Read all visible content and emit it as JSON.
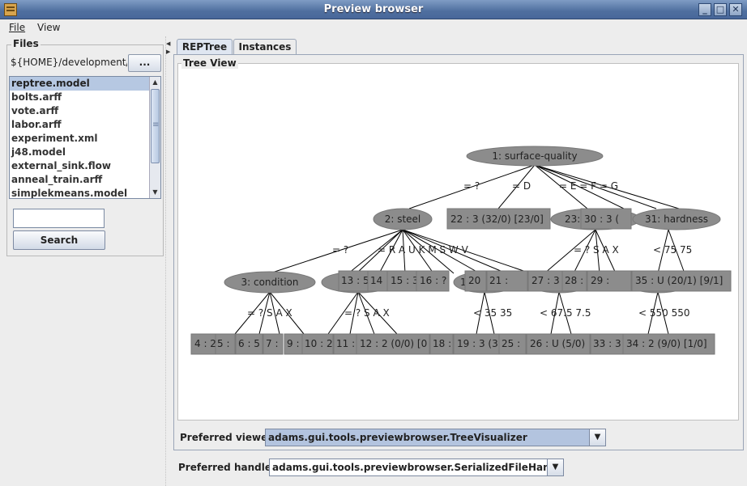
{
  "window": {
    "title": "Preview browser"
  },
  "menu": [
    "File",
    "View"
  ],
  "files": {
    "group_label": "Files",
    "path": "${HOME}/development/p",
    "browse_label": "...",
    "items": [
      "reptree.model",
      "bolts.arff",
      "vote.arff",
      "labor.arff",
      "experiment.xml",
      "j48.model",
      "external_sink.flow",
      "anneal_train.arff",
      "simplekmeans.model"
    ],
    "selected": "reptree.model",
    "search_value": "",
    "search_label": "Search"
  },
  "tabs": [
    "REPTree",
    "Instances"
  ],
  "tree_view": {
    "label": "Tree View",
    "root": "1: surface-quality",
    "node_steel": "2: steel",
    "node_condition": "3: condition",
    "node_hardness": "31: hardness",
    "node_23": "23:",
    "leaf_22": "22 : 3 (32/0) [23/0]",
    "leaf_30": "30 : 3 (",
    "edges_root": [
      "= ?",
      "= D",
      "= E = F = G"
    ],
    "edges_steel": [
      "= ?",
      "= R A U K M S W V"
    ],
    "edge_23": "= ? S A X",
    "edge_hardness": "< 75 75",
    "edge_cond": "= ? S A X",
    "edge_bar": "= ? S A X",
    "edge_20": "< 35 35",
    "edge_27": "< 67.5 7.5",
    "edge_35": "< 550 550",
    "leaves_row1": [
      "13 : 5",
      "14",
      "15 : 3",
      "16 : ?",
      "1",
      "20",
      "21 : ",
      "27 : 3",
      "28 :",
      "29 : ",
      "35 : U (20/1) [9/1]"
    ],
    "leaves_row2": [
      "4 : 2",
      "5 :",
      "6 : 5",
      "7 : ",
      "9 :",
      "10 : 2",
      "11 :",
      "12 : 2 (0/0) [0",
      "18 :",
      "19 : 3 (3",
      "25 :",
      "26 : U (5/0)",
      "33 : 3",
      "34 : 2 (9/0) [1/0]"
    ]
  },
  "preferred_viewer": {
    "label": "Preferred viewer",
    "value": "adams.gui.tools.previewbrowser.TreeVisualizer"
  },
  "preferred_handler": {
    "label": "Preferred handler",
    "value": "adams.gui.tools.previewbrowser.SerializedFileHandler"
  }
}
